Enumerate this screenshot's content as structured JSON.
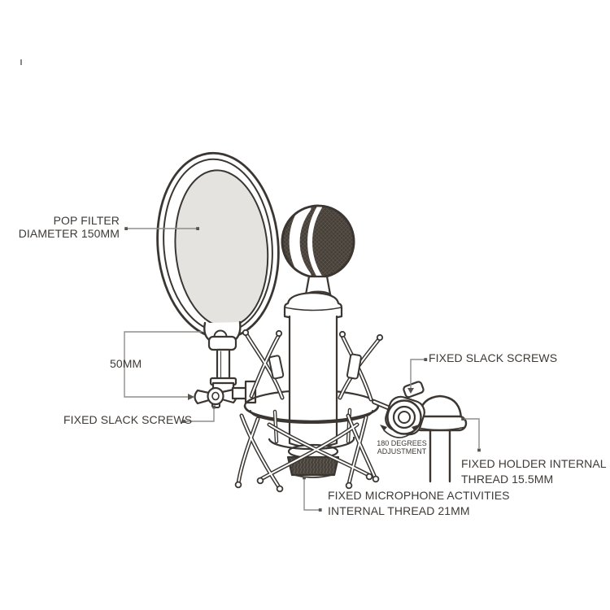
{
  "figure": {
    "title": "Microphone shock mount with pop filter — annotated diagram",
    "colors": {
      "background": "#ffffff",
      "line_art": "#3b3632",
      "leader_line": "#8f8d8b",
      "leader_dot": "#57534f",
      "label_text": "#3e3a36",
      "pop_filter_mesh": "#e5e3e0",
      "dark_mesh": "#443e38"
    }
  },
  "labels": {
    "pop_filter": {
      "line1": "POP FILTER",
      "line2": "DIAMETER 150MM"
    },
    "stem_length": {
      "text": "50MM"
    },
    "left_slack_screws": {
      "text": "FIXED SLACK SCREWS"
    },
    "right_slack_screws": {
      "text": "FIXED SLACK SCREWS"
    },
    "rotation_adjustment": {
      "line1": "180 DEGREES",
      "line2": "ADJUSTMENT"
    },
    "holder_thread": {
      "line1": "FIXED HOLDER INTERNAL",
      "line2": "THREAD 15.5MM"
    },
    "microphone_thread": {
      "line1": "FIXED MICROPHONE ACTIVITIES",
      "line2": "INTERNAL THREAD 21MM"
    }
  }
}
